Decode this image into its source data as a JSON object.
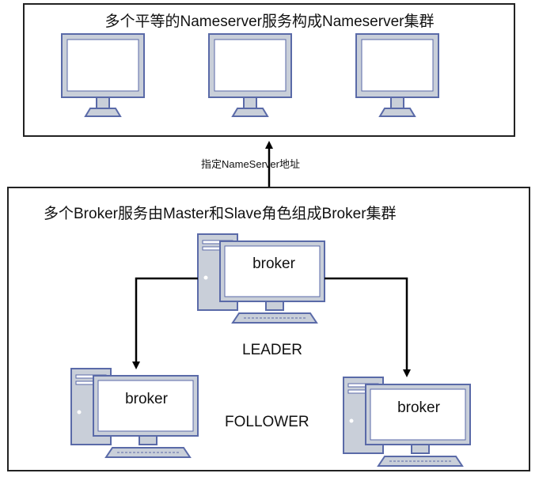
{
  "nameserver_cluster": {
    "title": "多个平等的Nameserver服务构成Nameserver集群",
    "monitor_icons": [
      "monitor-icon",
      "monitor-icon",
      "monitor-icon"
    ]
  },
  "connection": {
    "label": "指定NameServer地址"
  },
  "broker_cluster": {
    "title": "多个Broker服务由Master和Slave角色组成Broker集群",
    "leader": {
      "screen_label": "broker",
      "role_label": "LEADER",
      "icon": "computer-tower-icon"
    },
    "followers": [
      {
        "screen_label": "broker",
        "icon": "computer-tower-icon"
      },
      {
        "screen_label": "broker",
        "icon": "computer-tower-icon"
      }
    ],
    "follower_role_label": "FOLLOWER"
  },
  "colors": {
    "border": "#222222",
    "device_fill": "#c9cfd9",
    "device_stroke": "#5a6aa8",
    "arrow": "#000000"
  }
}
